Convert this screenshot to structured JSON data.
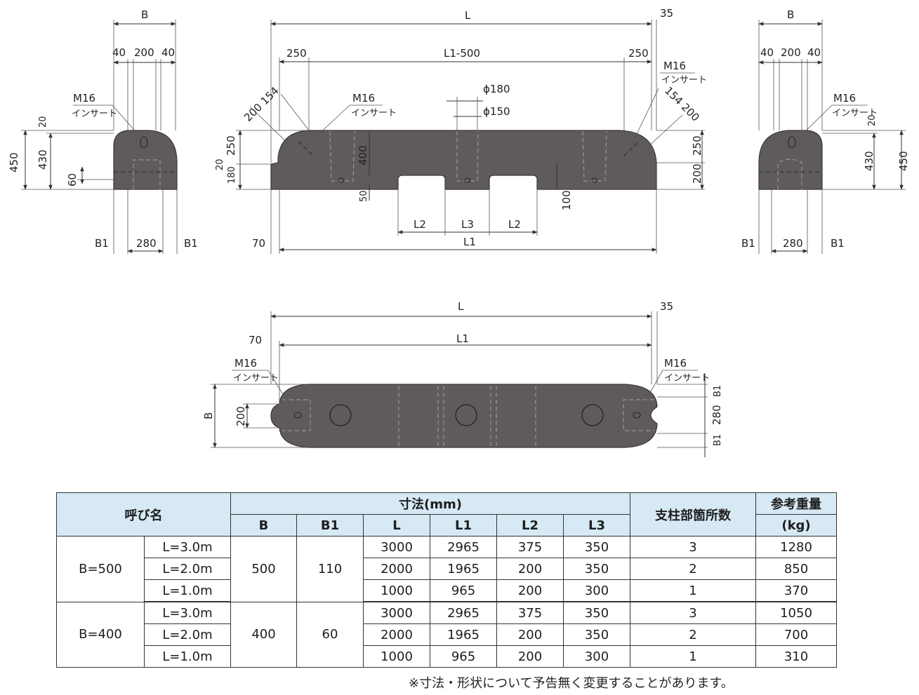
{
  "diagram": {
    "left_view": {
      "b": "B",
      "d40a": "40",
      "d200": "200",
      "d40b": "40",
      "m16": "M16",
      "insert": "インサート",
      "h20": "20",
      "h450": "450",
      "h430": "430",
      "h60": "60",
      "b1a": "B1",
      "w280": "280",
      "b1b": "B1"
    },
    "front_view": {
      "l": "L",
      "d35": "35",
      "d250a": "250",
      "l1_500": "L1-500",
      "d250b": "250",
      "m16_left": "M16",
      "insert_left": "インサート",
      "m16_right": "M16",
      "insert_right": "インサート",
      "phi180": "ϕ180",
      "phi150": "ϕ150",
      "d200_154_left": "200 154",
      "d154_200_right": "154 200",
      "v250_left": "250",
      "v20_left": "20",
      "v180_left": "180",
      "v400": "400",
      "v50": "50",
      "v100": "100",
      "v250_right": "250",
      "v200_right": "200",
      "l2a": "L2",
      "l3": "L3",
      "l2b": "L2",
      "d70": "70",
      "l1": "L1"
    },
    "right_view": {
      "b": "B",
      "d40a": "40",
      "d200": "200",
      "d40b": "40",
      "m16": "M16",
      "insert": "インサート",
      "h20": "20",
      "h430": "430",
      "h450": "450",
      "b1a": "B1",
      "w280": "280",
      "b1b": "B1"
    },
    "top_view": {
      "l": "L",
      "d35": "35",
      "d70": "70",
      "l1": "L1",
      "m16_left": "M16",
      "insert_left": "インサート",
      "m16_right": "M16",
      "insert_right": "インサート",
      "b": "B",
      "d200": "200",
      "b1_top": "B1",
      "w280": "280",
      "b1_bottom": "B1"
    },
    "colors": {
      "body": "#5f5b5b",
      "header_bg": "#d6e9f4"
    }
  },
  "table": {
    "header": {
      "name": "呼び名",
      "dims": "寸法(mm)",
      "posts": "支柱部箇所数",
      "weight": "参考重量",
      "weight_unit": "(kg)",
      "cols": [
        "B",
        "B1",
        "L",
        "L1",
        "L2",
        "L3"
      ]
    },
    "groups": [
      {
        "name": "B=500",
        "B": "500",
        "B1": "110",
        "rows": [
          {
            "sub": "L=3.0m",
            "L": "3000",
            "L1": "2965",
            "L2": "375",
            "L3": "350",
            "posts": "3",
            "weight": "1280"
          },
          {
            "sub": "L=2.0m",
            "L": "2000",
            "L1": "1965",
            "L2": "200",
            "L3": "350",
            "posts": "2",
            "weight": "850"
          },
          {
            "sub": "L=1.0m",
            "L": "1000",
            "L1": "965",
            "L2": "200",
            "L3": "300",
            "posts": "1",
            "weight": "370"
          }
        ]
      },
      {
        "name": "B=400",
        "B": "400",
        "B1": "60",
        "rows": [
          {
            "sub": "L=3.0m",
            "L": "3000",
            "L1": "2965",
            "L2": "375",
            "L3": "350",
            "posts": "3",
            "weight": "1050"
          },
          {
            "sub": "L=2.0m",
            "L": "2000",
            "L1": "1965",
            "L2": "200",
            "L3": "350",
            "posts": "2",
            "weight": "700"
          },
          {
            "sub": "L=1.0m",
            "L": "1000",
            "L1": "965",
            "L2": "200",
            "L3": "300",
            "posts": "1",
            "weight": "310"
          }
        ]
      }
    ]
  },
  "note": "※寸法・形状について予告無く変更することがあります。"
}
